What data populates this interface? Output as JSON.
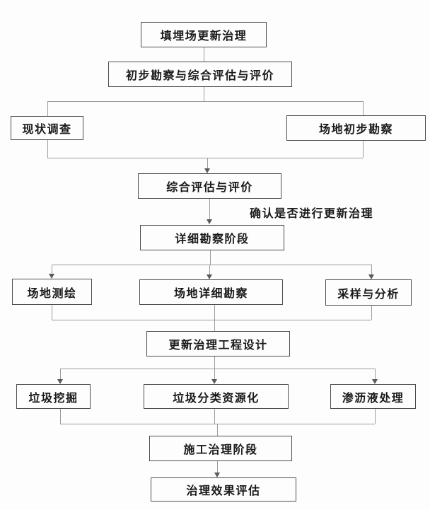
{
  "diagram": {
    "nodes": [
      {
        "id": "landfill-renewal",
        "label": "填埋场更新治理"
      },
      {
        "id": "preliminary-survey-assessment",
        "label": "初步勘察与综合评估与评价"
      },
      {
        "id": "status-survey",
        "label": "现状调查"
      },
      {
        "id": "site-preliminary-survey",
        "label": "场地初步勘察"
      },
      {
        "id": "comprehensive-assessment",
        "label": "综合评估与评价"
      },
      {
        "id": "detailed-survey-stage",
        "label": "详细勘察阶段"
      },
      {
        "id": "site-mapping",
        "label": "场地测绘"
      },
      {
        "id": "site-detailed-survey",
        "label": "场地详细勘察"
      },
      {
        "id": "sampling-analysis",
        "label": "采样与分析"
      },
      {
        "id": "renewal-engineering-design",
        "label": "更新治理工程设计"
      },
      {
        "id": "waste-excavation",
        "label": "垃圾挖掘"
      },
      {
        "id": "waste-sorting-recycling",
        "label": "垃圾分类资源化"
      },
      {
        "id": "leachate-treatment",
        "label": "渗沥液处理"
      },
      {
        "id": "construction-stage",
        "label": "施工治理阶段"
      },
      {
        "id": "effect-evaluation",
        "label": "治理效果评估"
      }
    ],
    "edges": [
      {
        "from": "landfill-renewal",
        "to": "preliminary-survey-assessment"
      },
      {
        "from": "preliminary-survey-assessment",
        "to": "status-survey"
      },
      {
        "from": "preliminary-survey-assessment",
        "to": "site-preliminary-survey"
      },
      {
        "from": "status-survey",
        "to": "comprehensive-assessment"
      },
      {
        "from": "site-preliminary-survey",
        "to": "comprehensive-assessment"
      },
      {
        "from": "comprehensive-assessment",
        "to": "detailed-survey-stage",
        "label": "确认是否进行更新治理"
      },
      {
        "from": "detailed-survey-stage",
        "to": "site-mapping"
      },
      {
        "from": "detailed-survey-stage",
        "to": "site-detailed-survey"
      },
      {
        "from": "detailed-survey-stage",
        "to": "sampling-analysis"
      },
      {
        "from": "site-mapping",
        "to": "renewal-engineering-design"
      },
      {
        "from": "site-detailed-survey",
        "to": "renewal-engineering-design"
      },
      {
        "from": "sampling-analysis",
        "to": "renewal-engineering-design"
      },
      {
        "from": "renewal-engineering-design",
        "to": "waste-excavation"
      },
      {
        "from": "renewal-engineering-design",
        "to": "waste-sorting-recycling"
      },
      {
        "from": "renewal-engineering-design",
        "to": "leachate-treatment"
      },
      {
        "from": "waste-excavation",
        "to": "construction-stage"
      },
      {
        "from": "waste-sorting-recycling",
        "to": "construction-stage"
      },
      {
        "from": "leachate-treatment",
        "to": "construction-stage"
      },
      {
        "from": "construction-stage",
        "to": "effect-evaluation"
      }
    ],
    "edge_label": "确认是否进行更新治理",
    "colors": {
      "background": "#fdfdfd",
      "box_border": "#4d4d4d",
      "connector": "#9c9c9c",
      "text": "#1a1a1a"
    }
  }
}
